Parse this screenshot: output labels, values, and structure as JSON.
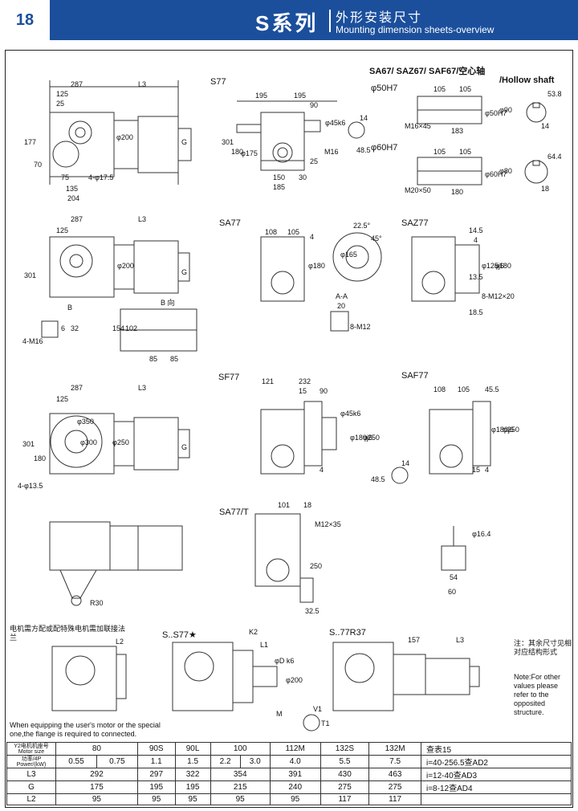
{
  "header": {
    "page_number": "18",
    "series": "S系列",
    "title_cn": "外形安装尺寸",
    "title_en": "Mounting dimension sheets-overview"
  },
  "views": {
    "s77": "S77",
    "sa77": "SA77",
    "saz77": "SAZ77",
    "sf77": "SF77",
    "saf77": "SAF77",
    "sa77t": "SA77/T",
    "s_s77": "S..S77★",
    "s_77r37": "S..77R37",
    "hollow_title": "SA67/  SAZ67/  SAF67/空心轴",
    "hollow_sub": "/Hollow shaft",
    "phi50": "φ50H7",
    "phi60": "φ60H7",
    "b_dir": "B 向",
    "b_mark": "B",
    "aa": "A-A"
  },
  "dims": {
    "s77_main": [
      "287",
      "L3",
      "125",
      "25",
      "177",
      "70",
      "75",
      "4-φ17.5",
      "135",
      "204",
      "φ200",
      "G"
    ],
    "s77_side": [
      "195",
      "195",
      "90",
      "φ45k6",
      "301",
      "180",
      "φ175",
      "M16",
      "25",
      "150",
      "185",
      "30",
      "14",
      "48.5"
    ],
    "hollow50": [
      "105",
      "105",
      "53.8",
      "M16×45",
      "183",
      "φ50H7",
      "φ90",
      "14"
    ],
    "hollow60": [
      "105",
      "105",
      "64.4",
      "M20×50",
      "180",
      "φ60H7",
      "φ80",
      "18"
    ],
    "sa77_main": [
      "287",
      "L3",
      "125",
      "301",
      "φ200",
      "G",
      "4-M16",
      "6",
      "32"
    ],
    "sa77_b": [
      "154",
      "102",
      "85",
      "85"
    ],
    "sa77_side": [
      "108",
      "105",
      "4",
      "φ180",
      "22.5°",
      "45°",
      "φ165",
      "20",
      "8-M12"
    ],
    "saz77": [
      "14.5",
      "4",
      "φ125j6",
      "φ180",
      "13.5",
      "8-M12×20",
      "18.5"
    ],
    "sf77": [
      "287",
      "L3",
      "125",
      "301",
      "180",
      "4-φ13.5",
      "φ350",
      "φ300",
      "φ250",
      "G"
    ],
    "sf77_side": [
      "121",
      "232",
      "15",
      "90",
      "φ45k6",
      "φ180j6",
      "φ250",
      "4",
      "14",
      "48.5"
    ],
    "saf77": [
      "108",
      "105",
      "45.5",
      "φ180j6",
      "φ250",
      "15",
      "4"
    ],
    "sa77t": [
      "101",
      "18",
      "M12×35",
      "250",
      "32.5",
      "R30",
      "φ16.4",
      "54",
      "60"
    ],
    "bottom": [
      "L2",
      "K2",
      "L1",
      "φD k6",
      "φ200",
      "M",
      "V1",
      "T1",
      "157",
      "L3"
    ]
  },
  "notes": {
    "flange_cn": "电机需方配或配特殊电机需加联接法兰",
    "flange_en": "When equipping the user's motor or the special one,the flange is required to connected.",
    "note_cn": "注：其余尺寸见相对应结构形式",
    "note_en": "Note:For other values please refer to the opposited structure."
  },
  "table": {
    "header_label": "Y2电机机座号 Motor size",
    "power_label": "功率/4P Power/(kW)",
    "sizes": [
      "80",
      "90S",
      "90L",
      "100",
      "112M",
      "132S",
      "132M"
    ],
    "powers": [
      "0.55",
      "0.75",
      "1.1",
      "1.5",
      "2.2",
      "3.0",
      "4.0",
      "5.5",
      "7.5"
    ],
    "rows": [
      {
        "label": "L3",
        "values": [
          "292",
          "297",
          "322",
          "354",
          "391",
          "430",
          "463"
        ]
      },
      {
        "label": "G",
        "values": [
          "175",
          "195",
          "195",
          "215",
          "240",
          "275",
          "275"
        ]
      },
      {
        "label": "L2",
        "values": [
          "95",
          "95",
          "95",
          "95",
          "95",
          "117",
          "117"
        ]
      }
    ],
    "lookup": [
      "查表15",
      "i=40-256.5查AD2",
      "i=12-40查AD3",
      "i=8-12查AD4"
    ]
  }
}
